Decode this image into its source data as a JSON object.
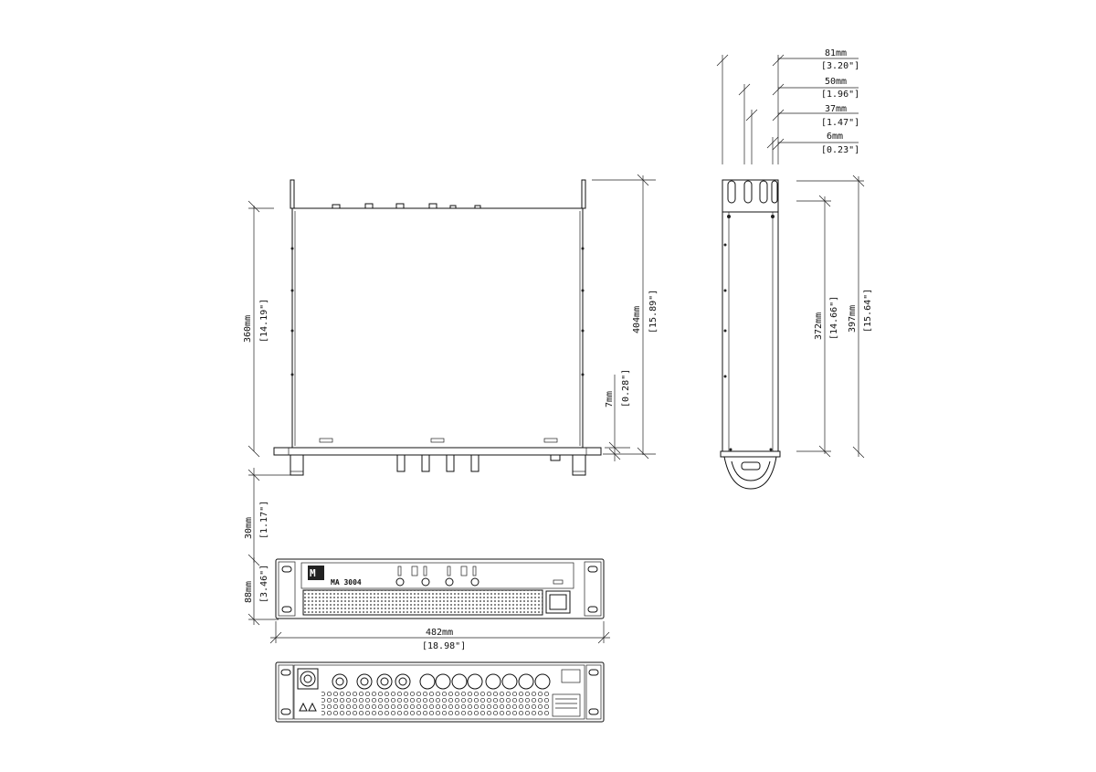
{
  "dims": {
    "top_81mm": "81mm",
    "top_81in": "[3.20\"]",
    "top_50mm": "50mm",
    "top_50in": "[1.96\"]",
    "top_37mm": "37mm",
    "top_37in": "[1.47\"]",
    "top_6mm": "6mm",
    "top_6in": "[0.23\"]",
    "depth_360mm": "360mm",
    "depth_360in": "[14.19\"]",
    "depth_404mm": "404mm",
    "depth_404in": "[15.89\"]",
    "flange_7mm": "7mm",
    "flange_7in": "[0.28\"]",
    "side_372mm": "372mm",
    "side_372in": "[14.66\"]",
    "side_397mm": "397mm",
    "side_397in": "[15.64\"]",
    "handle_30mm": "30mm",
    "handle_30in": "[1.17\"]",
    "height_88mm": "88mm",
    "height_88in": "[3.46\"]",
    "width_482mm": "482mm",
    "width_482in": "[18.98\"]"
  },
  "front_panel": {
    "model": "MA 3004"
  }
}
